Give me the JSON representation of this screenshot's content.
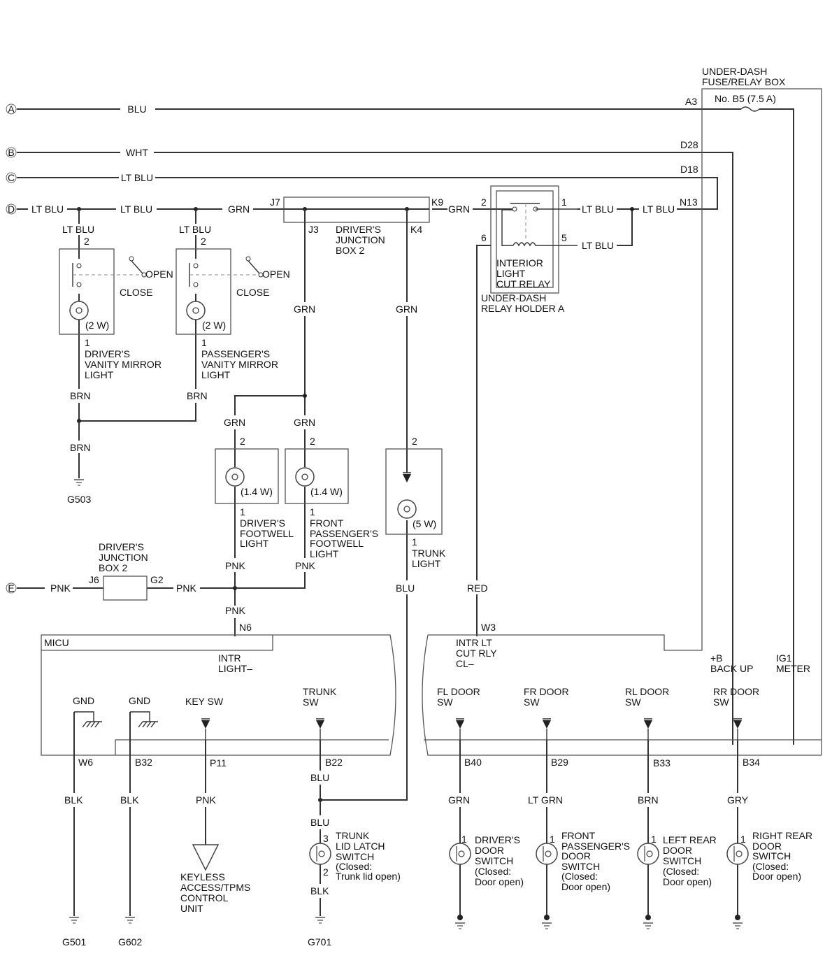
{
  "conn": {
    "a": "A",
    "b": "B",
    "c": "C",
    "d": "D",
    "e": "E"
  },
  "wire": {
    "blu": "BLU",
    "wht": "WHT",
    "ltblu": "LT BLU",
    "grn": "GRN",
    "brn": "BRN",
    "pnk": "PNK",
    "red": "RED",
    "blk": "BLK",
    "ltgrn": "LT GRN",
    "gry": "GRY"
  },
  "fuse_box": {
    "title1": "UNDER-DASH",
    "title2": "FUSE/RELAY BOX",
    "fuse": "No. B5 (7.5 A)",
    "a3": "A3",
    "d28": "D28",
    "d18": "D18",
    "n13": "N13"
  },
  "jb2": {
    "j7": "J7",
    "k9": "K9",
    "j3": "J3",
    "k4": "K4",
    "l1": "DRIVER'S",
    "l2": "JUNCTION",
    "l3": "BOX 2"
  },
  "relay": {
    "p1": "1",
    "p2": "2",
    "p5": "5",
    "p6": "6",
    "l1": "INTERIOR",
    "l2": "LIGHT",
    "l3": "CUT RELAY",
    "h1": "UNDER-DASH",
    "h2": "RELAY HOLDER A"
  },
  "mirror_drv": {
    "pin2": "2",
    "pin1": "1",
    "open": "OPEN",
    "close": "CLOSE",
    "watt": "(2 W)",
    "l1": "DRIVER'S",
    "l2": "VANITY MIRROR",
    "l3": "LIGHT"
  },
  "mirror_pas": {
    "pin2": "2",
    "pin1": "1",
    "open": "OPEN",
    "close": "CLOSE",
    "watt": "(2 W)",
    "l1": "PASSENGER'S",
    "l2": "VANITY MIRROR",
    "l3": "LIGHT"
  },
  "foot_drv": {
    "pin2": "2",
    "pin1": "1",
    "watt": "(1.4 W)",
    "l1": "DRIVER'S",
    "l2": "FOOTWELL",
    "l3": "LIGHT"
  },
  "foot_pas": {
    "pin2": "2",
    "pin1": "1",
    "watt": "(1.4 W)",
    "l1": "FRONT",
    "l2": "PASSENGER'S",
    "l3": "FOOTWELL",
    "l4": "LIGHT"
  },
  "trunk_light": {
    "pin2": "2",
    "pin1": "1",
    "watt": "(5 W)",
    "l1": "TRUNK",
    "l2": "LIGHT"
  },
  "jb2_e": {
    "l1": "DRIVER'S",
    "l2": "JUNCTION",
    "l3": "BOX 2",
    "j6": "J6",
    "g2": "G2"
  },
  "grounds": {
    "g503": "G503",
    "g501": "G501",
    "g602": "G602",
    "g701": "G701"
  },
  "micu": {
    "title": "MICU",
    "n6": "N6",
    "intr_light1": "INTR",
    "intr_light2": "LIGHT–",
    "w3": "W3",
    "intr_cut1": "INTR LT",
    "intr_cut2": "CUT RLY",
    "intr_cut3": "CL–",
    "backup1": "+B",
    "backup2": "BACK UP",
    "ig1": "IG1",
    "meter": "METER",
    "gnd": "GND",
    "key1": "KEY SW",
    "trunk1": "TRUNK",
    "trunk2": "SW",
    "fl1": "FL DOOR",
    "fr1": "FR DOOR",
    "rl1": "RL DOOR",
    "rr1": "RR DOOR",
    "sw": "SW",
    "w6": "W6",
    "b32": "B32",
    "p11": "P11",
    "b22": "B22",
    "b40": "B40",
    "b29": "B29",
    "b33": "B33",
    "b34": "B34"
  },
  "keyless": {
    "l1": "KEYLESS",
    "l2": "ACCESS/TPMS",
    "l3": "CONTROL",
    "l4": "UNIT"
  },
  "trunk_latch": {
    "pin3": "3",
    "pin2": "2",
    "l1": "TRUNK",
    "l2": "LID LATCH",
    "l3": "SWITCH",
    "l4": "(Closed:",
    "l5": "Trunk lid open)"
  },
  "door_sw": {
    "pin": "1",
    "fl": {
      "l1": "DRIVER'S",
      "l2": "DOOR",
      "l3": "SWITCH"
    },
    "fr": {
      "l1": "FRONT",
      "l2": "PASSENGER'S",
      "l3": "DOOR",
      "l4": "SWITCH"
    },
    "rl": {
      "l1": "LEFT REAR",
      "l2": "DOOR",
      "l3": "SWITCH"
    },
    "rr": {
      "l1": "RIGHT REAR",
      "l2": "DOOR",
      "l3": "SWITCH"
    },
    "closed": "(Closed:",
    "open": "Door open)"
  }
}
